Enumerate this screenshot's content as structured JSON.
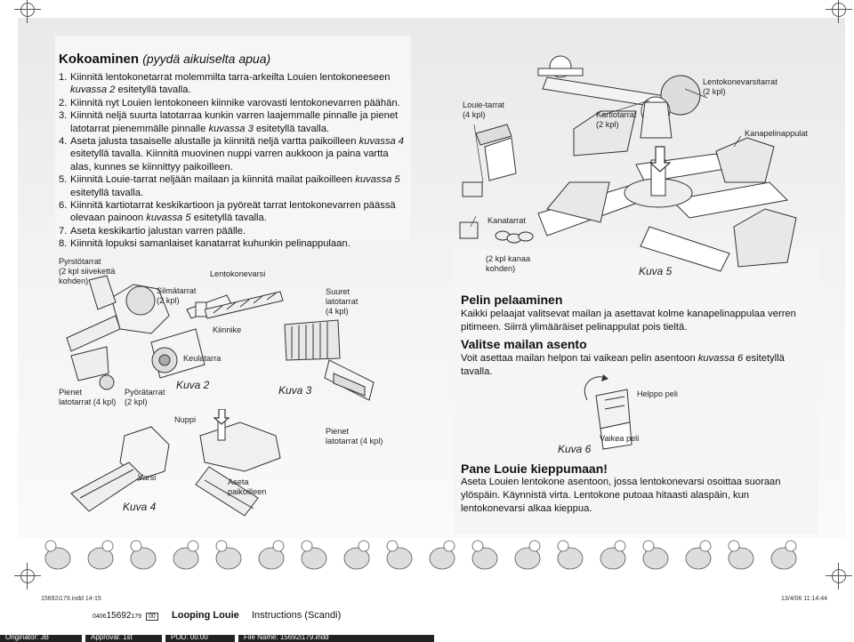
{
  "page": {
    "title": "Kokoaminen",
    "title_note": "(pyydä aikuiselta apua)",
    "steps": [
      {
        "num": "1.",
        "text": "Kiinnitä lentokonetarrat molemmilta tarra-arkeilta Louien lentokoneeseen",
        "em": "kuvassa 2",
        "after": " esitetyllä tavalla."
      },
      {
        "num": "2.",
        "text": "Kiinnitä nyt Louien lentokoneen kiinnike varovasti lentokonevarren päähän.",
        "em": "",
        "after": ""
      },
      {
        "num": "3.",
        "text": "Kiinnitä neljä suurta latotarraa kunkin varren laajemmalle pinnalle ja pienet latotarrat pienemmälle pinnalle",
        "em": "kuvassa 3",
        "after": " esitetyllä tavalla."
      },
      {
        "num": "4.",
        "text": "Aseta jalusta tasaiselle alustalle ja kiinnitä neljä vartta paikoilleen",
        "em": "kuvassa 4",
        "after": " esitetyllä tavalla. Kiinnitä muovinen nuppi varren aukkoon ja paina vartta alas, kunnes se kiinnittyy paikoilleen."
      },
      {
        "num": "5.",
        "text": "Kiinnitä Louie-tarrat neljään mailaan ja kiinnitä mailat paikoilleen",
        "em": "kuvassa 5",
        "after": " esitetyllä tavalla."
      },
      {
        "num": "6.",
        "text": "Kiinnitä kartiotarrat keskikartioon ja pyöreät tarrat lentokonevarren päässä olevaan painoon",
        "em": "kuvassa 5",
        "after": " esitetyllä tavalla."
      },
      {
        "num": "7.",
        "text": "Aseta keskikartio jalustan varren päälle.",
        "em": "",
        "after": ""
      },
      {
        "num": "8.",
        "text": "Kiinnitä lopuksi samanlaiset kanatarrat kuhunkin pelinappulaan.",
        "em": "",
        "after": ""
      }
    ]
  },
  "figure5": {
    "louie_label": "Louie-tarrat\n(4 kpl)",
    "kartio_label": "Kartiotarrat\n(2 kpl)",
    "lentokone_label": "Lentokonevarsitarrat\n(2 kpl)",
    "kanapelinappulat": "Kanapelinappulat",
    "kanatarrat": "Kanatarrat",
    "kanaa_kohden": "(2 kpl kanaa\nkohden)",
    "caption": "Kuva 5"
  },
  "figure2": {
    "pyrsto": "Pyrstötarrat\n(2 kpl siivekettä\nkohden)",
    "silma": "Silmätarrat\n(2 kpl)",
    "lentokonevarsi": "Lentokonevarsi",
    "kiinnike": "Kiinnike",
    "keula": "Keulatarra",
    "pienet": "Pienet\nlatotarrat (4 kpl)",
    "pyora": "Pyörätarrat\n(2 kpl)",
    "caption": "Kuva 2"
  },
  "figure3": {
    "suuret": "Suuret\nlatotarrat\n(4 kpl)",
    "pienet": "Pienet\nlatotarrat (4 kpl)",
    "caption": "Kuva 3"
  },
  "figure4": {
    "nuppi": "Nuppi",
    "varsi": "Varsi",
    "aseta": "Aseta\npaikoilleen",
    "caption": "Kuva 4"
  },
  "play": {
    "heading": "Pelin pelaaminen",
    "text": "Kaikki pelaajat valitsevat mailan ja asettavat kolme kanapelinappulaa verren pitimeen. Siirrä ylimääräiset pelinappulat pois tieltä.",
    "heading2": "Valitse mailan asento",
    "text2_a": "Voit asettaa mailan helpon tai vaikean pelin asentoon ",
    "text2_em": "kuvassa 6",
    "text2_b": " esitetyllä tavalla.",
    "helppo": "Helppo peli",
    "vaikea": "Vaikea peli",
    "caption6": "Kuva 6",
    "heading3": "Pane Louie kieppumaan!",
    "text3": "Aseta Louien lentokone asentoon, jossa lentokonevarsi osoittaa suoraan ylöspäin. Käynnistä virta. Lentokone putoaa hitaasti alaspäin, kun lentokonevarsi alkaa kieppua."
  },
  "footer": {
    "file": "15692i179.indd   14-15",
    "date": "13/4/06   11:14:44",
    "code_prefix": "0406",
    "code_main": "15692",
    "code_suffix": "179",
    "code_box": "00",
    "product": "Looping Louie",
    "doc": "Instructions  (Scandi)",
    "bar1": "Originator: JB",
    "bar2": "Approval: 1st",
    "bar3": "POD: 00.00",
    "bar4": "File Name: 15692i179.indd"
  }
}
